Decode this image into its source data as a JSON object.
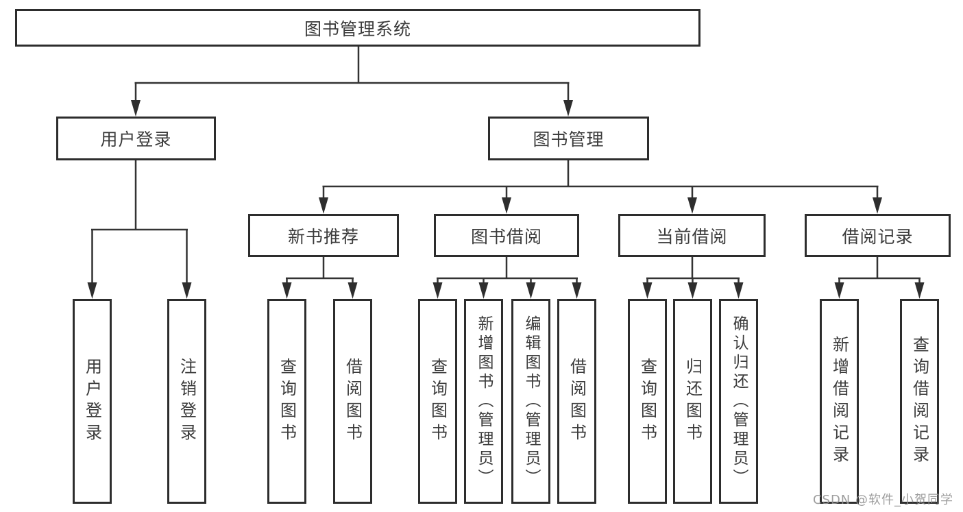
{
  "tree": {
    "root": "图书管理系统",
    "children": [
      {
        "label": "用户登录",
        "children": [
          "用户登录",
          "注销登录"
        ]
      },
      {
        "label": "图书管理",
        "children": [
          {
            "label": "新书推荐",
            "children": [
              "查询图书",
              "借阅图书"
            ]
          },
          {
            "label": "图书借阅",
            "children": [
              "查询图书",
              "新增图书（管理员）",
              "编辑图书（管理员）",
              "借阅图书"
            ]
          },
          {
            "label": "当前借阅",
            "children": [
              "查询图书",
              "归还图书",
              "确认归还（管理员）"
            ]
          },
          {
            "label": "借阅记录",
            "children": [
              "新增借阅记录",
              "查询借阅记录"
            ]
          }
        ]
      }
    ]
  },
  "watermark": "CSDN @软件_小贺同学",
  "colors": {
    "line": "#333333",
    "box_border": "#2d2d2d",
    "text": "#3b3b3b",
    "background": "#ffffff",
    "watermark": "#949494"
  }
}
